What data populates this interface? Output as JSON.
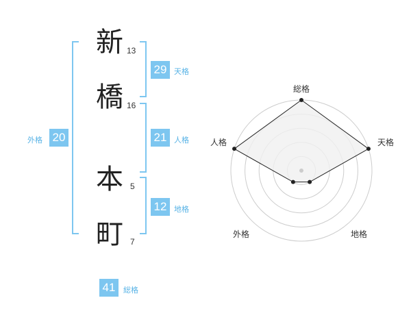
{
  "name": {
    "chars": [
      {
        "char": "新",
        "strokes": "13"
      },
      {
        "char": "橋",
        "strokes": "16"
      },
      {
        "char": "本",
        "strokes": "5"
      },
      {
        "char": "町",
        "strokes": "7"
      }
    ]
  },
  "fortunes": {
    "tenkaku": {
      "value": "29",
      "label": "天格"
    },
    "jinkaku": {
      "value": "21",
      "label": "人格"
    },
    "chikaku": {
      "value": "12",
      "label": "地格"
    },
    "gaikaku": {
      "value": "20",
      "label": "外格"
    },
    "soukaku": {
      "value": "41",
      "label": "総格"
    }
  },
  "chart_data": {
    "type": "radar",
    "axes": [
      "総格",
      "天格",
      "地格",
      "外格",
      "人格"
    ],
    "rings": 5,
    "max": 5,
    "values": [
      5,
      5,
      1,
      1,
      5
    ],
    "colors": {
      "fill": "#f0f0f0",
      "line": "#222222",
      "grid": "#cccccc",
      "center": "#cccccc"
    }
  }
}
